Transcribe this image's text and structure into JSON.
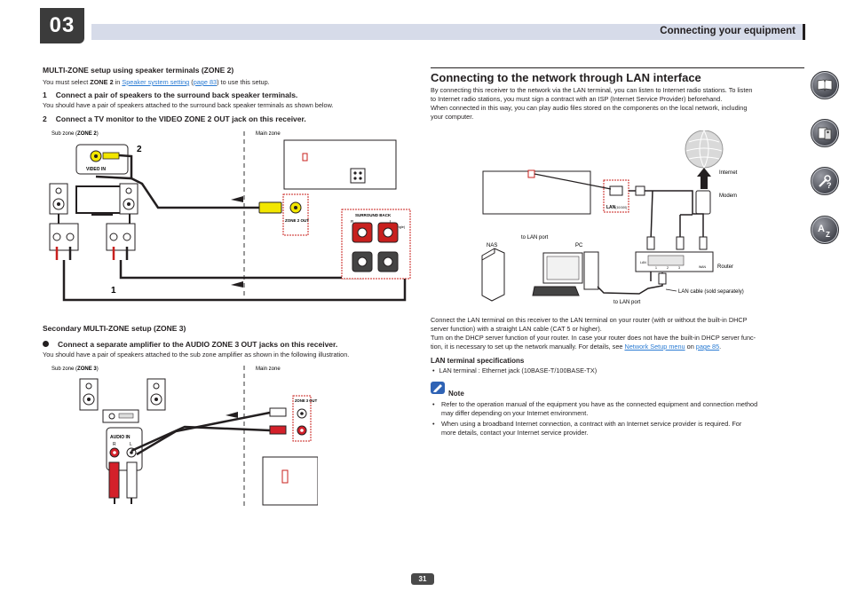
{
  "header": {
    "chapter": "03",
    "title": "Connecting your equipment"
  },
  "left": {
    "zone2": {
      "heading": "MULTI-ZONE setup using speaker terminals (ZONE 2)",
      "intro_prefix": "You must select ",
      "intro_bold": "ZONE 2",
      "intro_mid": " in ",
      "intro_link": "Speaker system setting",
      "intro_paren_open": " (",
      "intro_page_link": "page 83",
      "intro_suffix": ") to use this setup.",
      "note": "You should have a pair of speakers attached to the surround back speaker terminals as shown below.",
      "step1_num": "1",
      "step1": "Connect a pair of speakers to the surround back speaker terminals.",
      "step2_num": "2",
      "step2": "Connect a TV monitor to the VIDEO ZONE 2 OUT jack on this receiver.",
      "diagram": {
        "sub_zone_prefix": "Sub zone (",
        "sub_zone_bold": "ZONE 2",
        "sub_zone_suffix": ")",
        "main_zone": "Main zone",
        "video_in": "VIDEO IN",
        "zone2_out": "ZONE 2 OUT",
        "surround_back": "SURROUND BACK",
        "r": "R",
        "l": "L",
        "single": "(Single)",
        "callout_2": "2",
        "callout_1": "1"
      }
    },
    "zone3": {
      "heading": "Secondary MULTI-ZONE setup (ZONE 3)",
      "bullet": "Connect a separate amplifier to the AUDIO ZONE 3 OUT jacks on this receiver.",
      "note": "You should have a pair of speakers attached to the sub zone amplifier as shown in the following illustration.",
      "diagram": {
        "sub_zone_prefix": "Sub zone (",
        "sub_zone_bold": "ZONE 3",
        "sub_zone_suffix": ")",
        "main_zone": "Main zone",
        "audio_in": "AUDIO IN",
        "r": "R",
        "l": "L",
        "zone3_out": "ZONE 3 OUT"
      }
    }
  },
  "right": {
    "title": "Connecting to the network through LAN interface",
    "intro_lines": [
      "By connecting this receiver to the network via the LAN terminal, you can listen to Internet radio stations. To listen",
      "to Internet radio stations, you must sign a contract with an ISP (Internet Service Provider) beforehand.",
      "When connected in this way, you can play audio files stored on the components on the local network, including",
      "your computer."
    ],
    "diagram": {
      "internet": "Internet",
      "modem": "Modem",
      "router": "Router",
      "nas": "NAS",
      "pc": "PC",
      "to_lan_port_1": "to LAN port",
      "to_lan_port_2": "to LAN port",
      "lan_cable": "LAN cable (sold separately)",
      "lan_label": "LAN",
      "lan_sub": "(10/100)",
      "wan": "WAN",
      "router_lan": "LAN",
      "ports": [
        "1",
        "2",
        "3"
      ]
    },
    "body_lines": [
      "Connect the LAN terminal on this receiver to the LAN terminal on your router (with or without the built-in DHCP",
      "server function) with a straight LAN cable (CAT 5 or higher).",
      "Turn on the DHCP server function of your router. In case your router does not have the built-in DHCP server func-"
    ],
    "body_last_prefix": "tion, it is necessary to set up the network manually. For details, see ",
    "body_last_link": "Network Setup menu",
    "body_last_mid": " on ",
    "body_last_page": "page 85",
    "body_last_suffix": ".",
    "spec_heading": "LAN terminal specifications",
    "spec_item": "LAN terminal : Ethernet jack (10BASE-T/100BASE-TX)",
    "note_label": "Note",
    "notes": [
      [
        "Refer to the operation manual of the equipment you have as the connected equipment and connection method",
        "may differ depending on your Internet environment."
      ],
      [
        "When using a broadband Internet connection, a contract with an Internet service provider is required. For",
        "more details, contact your Internet service provider."
      ]
    ]
  },
  "side_icons": [
    "book-icon",
    "remote-icon",
    "tools-icon",
    "a-z-index-icon"
  ],
  "page_number": "31",
  "colors": {
    "link": "#2a7bd3",
    "header_bar": "#d6dbe9",
    "badge": "#3b3b3b",
    "yellow_cable": "#f2e600",
    "red_cable": "#d4202a"
  }
}
